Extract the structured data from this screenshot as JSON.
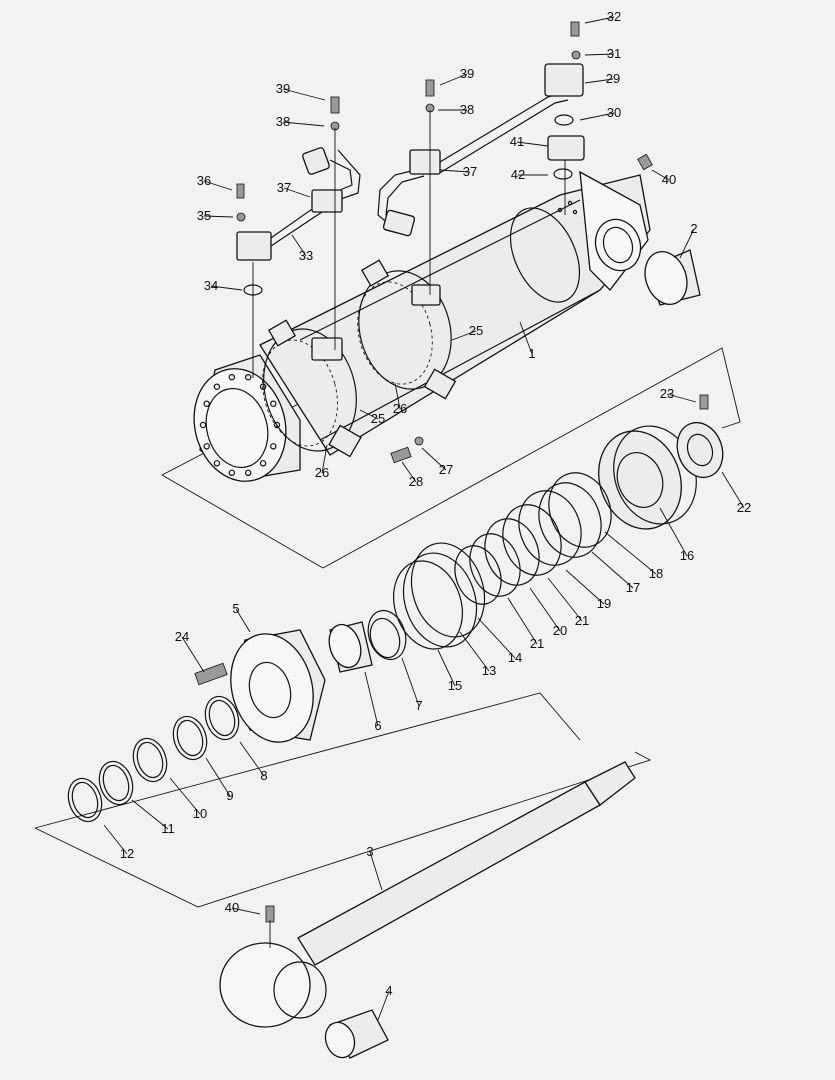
{
  "diagram": {
    "callouts": [
      {
        "id": "1",
        "label": "1"
      },
      {
        "id": "2",
        "label": "2"
      },
      {
        "id": "3",
        "label": "3"
      },
      {
        "id": "4",
        "label": "4"
      },
      {
        "id": "5",
        "label": "5"
      },
      {
        "id": "6",
        "label": "6"
      },
      {
        "id": "7",
        "label": "7"
      },
      {
        "id": "8",
        "label": "8"
      },
      {
        "id": "9",
        "label": "9"
      },
      {
        "id": "10",
        "label": "10"
      },
      {
        "id": "11",
        "label": "11"
      },
      {
        "id": "12",
        "label": "12"
      },
      {
        "id": "13",
        "label": "13"
      },
      {
        "id": "14",
        "label": "14"
      },
      {
        "id": "15",
        "label": "15"
      },
      {
        "id": "16",
        "label": "16"
      },
      {
        "id": "17",
        "label": "17"
      },
      {
        "id": "18",
        "label": "18"
      },
      {
        "id": "19",
        "label": "19"
      },
      {
        "id": "20",
        "label": "20"
      },
      {
        "id": "21a",
        "label": "21"
      },
      {
        "id": "21b",
        "label": "21"
      },
      {
        "id": "22",
        "label": "22"
      },
      {
        "id": "23",
        "label": "23"
      },
      {
        "id": "24",
        "label": "24"
      },
      {
        "id": "25a",
        "label": "25"
      },
      {
        "id": "25b",
        "label": "25"
      },
      {
        "id": "26a",
        "label": "26"
      },
      {
        "id": "26b",
        "label": "26"
      },
      {
        "id": "27",
        "label": "27"
      },
      {
        "id": "28",
        "label": "28"
      },
      {
        "id": "29",
        "label": "29"
      },
      {
        "id": "30",
        "label": "30"
      },
      {
        "id": "31",
        "label": "31"
      },
      {
        "id": "32",
        "label": "32"
      },
      {
        "id": "33",
        "label": "33"
      },
      {
        "id": "34",
        "label": "34"
      },
      {
        "id": "35",
        "label": "35"
      },
      {
        "id": "36",
        "label": "36"
      },
      {
        "id": "37a",
        "label": "37"
      },
      {
        "id": "37b",
        "label": "37"
      },
      {
        "id": "38a",
        "label": "38"
      },
      {
        "id": "38b",
        "label": "38"
      },
      {
        "id": "39a",
        "label": "39"
      },
      {
        "id": "39b",
        "label": "39"
      },
      {
        "id": "40a",
        "label": "40"
      },
      {
        "id": "40b",
        "label": "40"
      },
      {
        "id": "41",
        "label": "41"
      },
      {
        "id": "42",
        "label": "42"
      }
    ]
  }
}
